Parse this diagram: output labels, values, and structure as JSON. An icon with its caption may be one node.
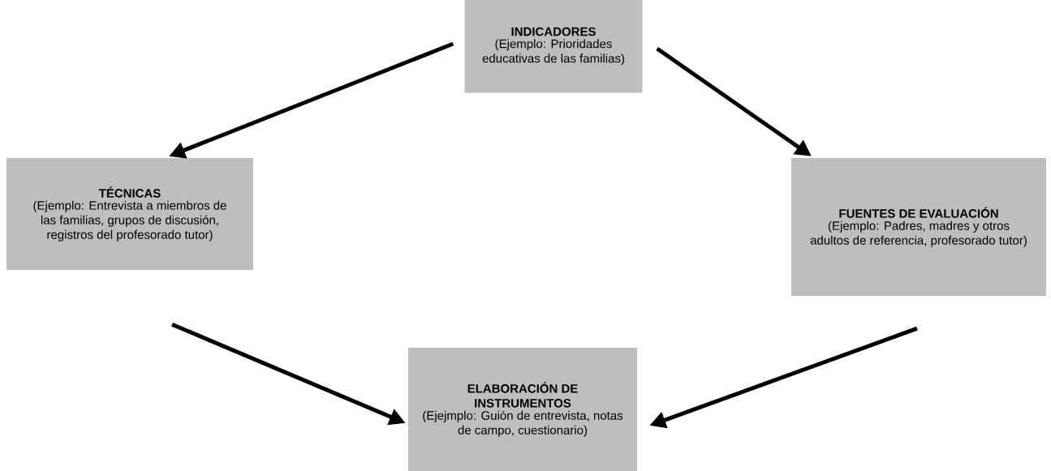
{
  "diagram": {
    "nodes": [
      {
        "text": [
          "INDICADORES",
          "(Ejemplo: Prioridades educativas de las familias)"
        ]
      },
      {
        "text": [
          "TÉCNICAS",
          "(Ejemplo: Entrevista a miembros de las familias, grupos de discusión, registros del profesorado tutor)"
        ]
      },
      {
        "text": [
          "FUENTES DE EVALUACIÓN",
          "(Ejemplo: Padres, madres y otros adultos de referencia, profesorado tutor)"
        ]
      },
      {
        "text": [
          "ELABORACIÓN DE INSTRUMENTOS",
          "(Ejejmplo: Guión de entrevista, notas de campo, cuestionario)"
        ]
      }
    ],
    "edges": [
      {
        "from": 0,
        "to": 1,
        "arrow": "to"
      },
      {
        "from": 0,
        "to": 2,
        "arrow": "to"
      },
      {
        "from": 1,
        "to": 3,
        "arrow": "to"
      },
      {
        "from": 2,
        "to": 3,
        "arrow": "to"
      }
    ]
  }
}
